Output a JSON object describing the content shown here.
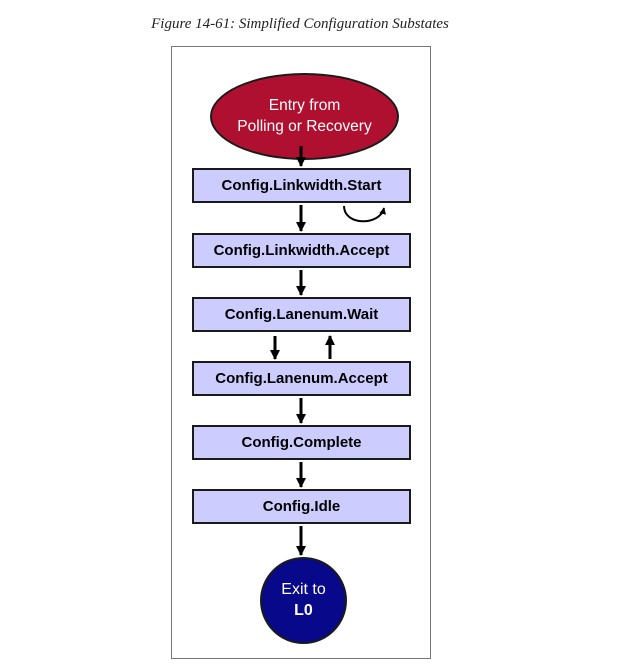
{
  "caption": "Figure 14-61: Simplified Configuration Substates",
  "entry": {
    "line1": "Entry from",
    "line2": "Polling or Recovery"
  },
  "states": [
    "Config.Linkwidth.Start",
    "Config.Linkwidth.Accept",
    "Config.Lanenum.Wait",
    "Config.Lanenum.Accept",
    "Config.Complete",
    "Config.Idle"
  ],
  "exit": {
    "line1": "Exit to",
    "line2": "L0"
  },
  "colors": {
    "entry_fill": "#b01030",
    "state_fill": "#ccccff",
    "exit_fill": "#08088a",
    "arrow": "#000000"
  }
}
